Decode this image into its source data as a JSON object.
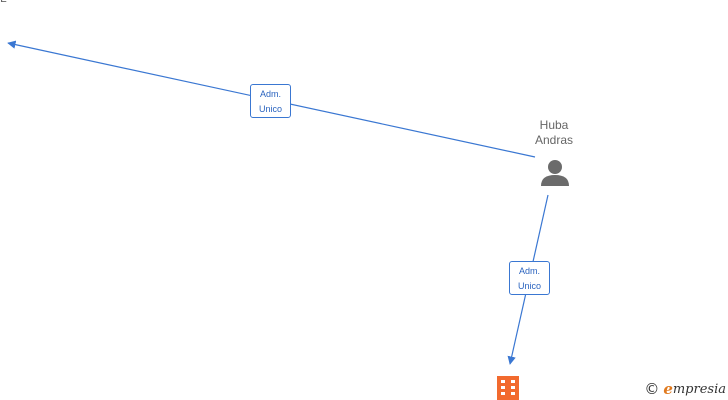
{
  "diagram": {
    "top_left_node_label": "L",
    "person": {
      "first_name": "Huba",
      "last_name": "Andras",
      "icon": "person-icon"
    },
    "company": {
      "icon": "building-icon",
      "color": "#f26a2e"
    },
    "edges": [
      {
        "line1": "Adm.",
        "line2": "Unico"
      },
      {
        "line1": "Adm.",
        "line2": "Unico"
      }
    ],
    "edge_color": "#3a77d2"
  },
  "watermark": {
    "copyright_symbol": "©",
    "brand_initial": "e",
    "brand_rest": "mpresia"
  }
}
